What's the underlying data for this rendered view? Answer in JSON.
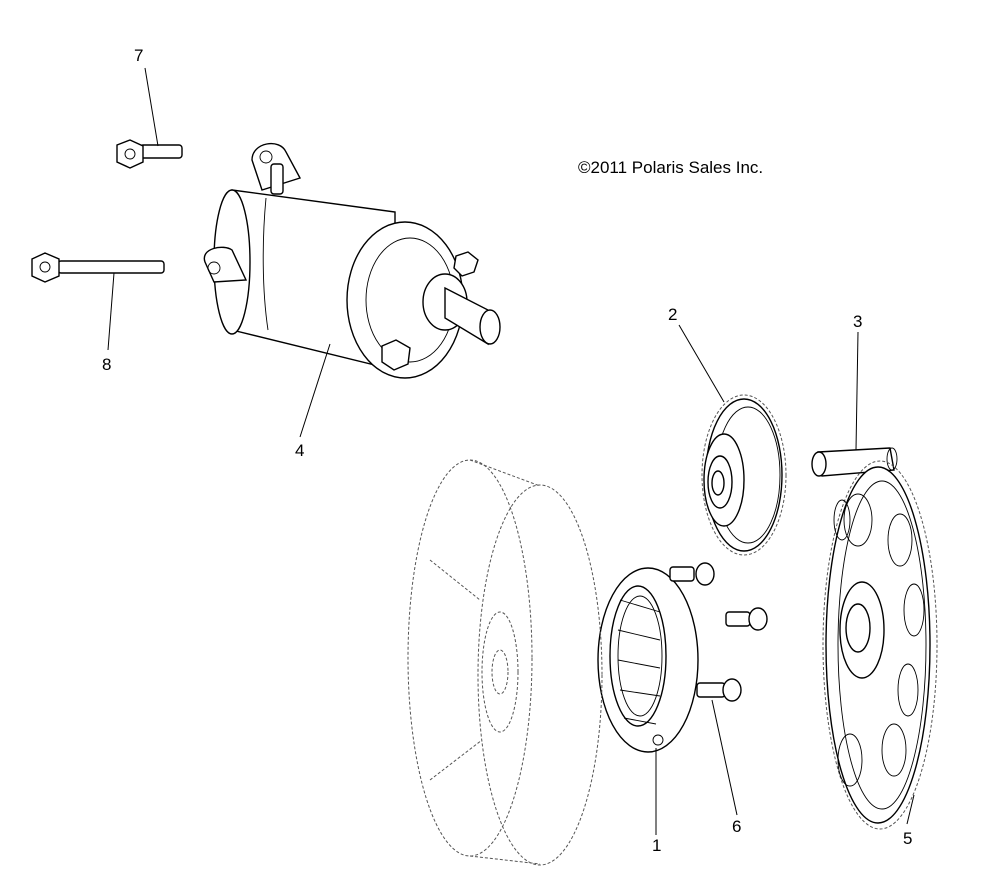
{
  "copyright": "©2011 Polaris Sales Inc.",
  "callouts": {
    "c1": "1",
    "c2": "2",
    "c3": "3",
    "c4": "4",
    "c5": "5",
    "c6": "6",
    "c7": "7",
    "c8": "8"
  }
}
